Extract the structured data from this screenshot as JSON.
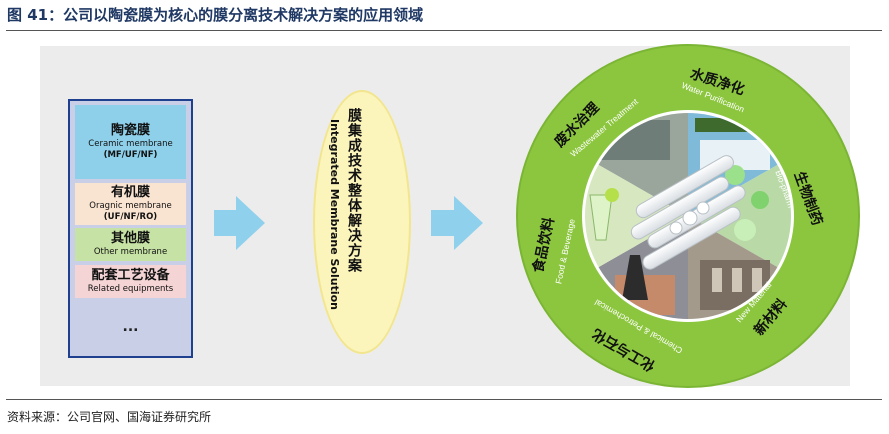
{
  "title": "图 41：公司以陶瓷膜为核心的膜分离技术解决方案的应用领域",
  "membranes": [
    {
      "zh": "陶瓷膜",
      "en": "Ceramic membrane",
      "sub": "(MF/UF/NF)"
    },
    {
      "zh": "有机膜",
      "en": "Oragnic membrane",
      "sub": "(UF/NF/RO)"
    },
    {
      "zh": "其他膜",
      "en": "Other membrane"
    },
    {
      "zh": "配套工艺设备",
      "en": "Related equipments"
    },
    {
      "zh": "..."
    }
  ],
  "solution": {
    "zh": "膜集成技术整体解决方案",
    "en": "Integrated Membrane Solution"
  },
  "applications": [
    {
      "zh": "水质净化",
      "en": "Water Purification"
    },
    {
      "zh": "生物制药",
      "en": "Bio-pharm"
    },
    {
      "zh": "新材料",
      "en": "New Material"
    },
    {
      "zh": "化工与石化",
      "en": "Chemical & Petrochemical"
    },
    {
      "zh": "食品饮料",
      "en": "Food & Beverage"
    },
    {
      "zh": "废水治理",
      "en": "Wastewater Treatment"
    }
  ],
  "source": "资料来源：公司官网、国海证券研究所",
  "colors": {
    "ring": "#8cc63f",
    "arrow": "#8fd0ec",
    "border": "#1f3f8f",
    "title": "#1f3864"
  }
}
